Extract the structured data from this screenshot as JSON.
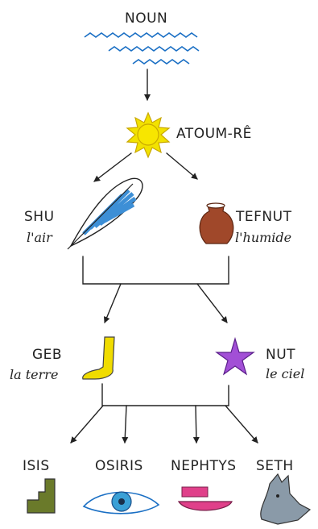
{
  "nodes": {
    "noun": {
      "name": "NOUN"
    },
    "atoum": {
      "name": "ATOUM-RÊ"
    },
    "shu": {
      "name": "SHU",
      "desc": "l'air"
    },
    "tefnut": {
      "name": "TEFNUT",
      "desc": "l'humide"
    },
    "geb": {
      "name": "GEB",
      "desc": "la terre"
    },
    "nut": {
      "name": "NUT",
      "desc": "le ciel"
    },
    "isis": {
      "name": "ISIS"
    },
    "osiris": {
      "name": "OSIRIS"
    },
    "nephtys": {
      "name": "NEPHTYS"
    },
    "seth": {
      "name": "SETH"
    }
  },
  "colors": {
    "water": "#1a6fc4",
    "sun": "#f2e200",
    "sun_outline": "#c9a800",
    "feather": "#3d8fd6",
    "jar": "#a0482a",
    "leg": "#f0dc00",
    "star": "#a24fd6",
    "throne": "#6a7a2a",
    "eye": "#3aa0d6",
    "basket": "#e0408a",
    "jackal": "#8a9aa8"
  },
  "icons": [
    "water-waves-icon",
    "sun-icon",
    "feather-icon",
    "jar-icon",
    "leg-icon",
    "star-icon",
    "throne-icon",
    "eye-icon",
    "basket-icon",
    "jackal-icon"
  ]
}
